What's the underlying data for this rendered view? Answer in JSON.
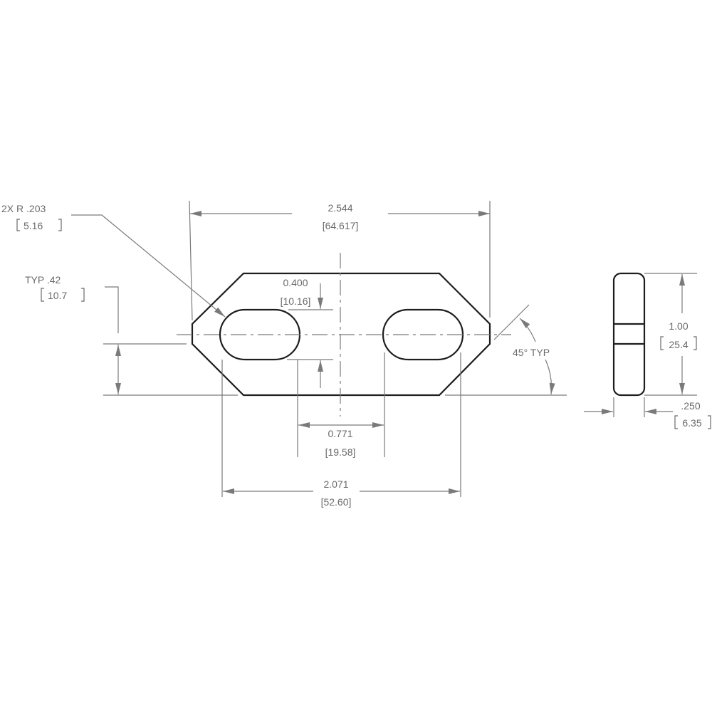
{
  "dimensions": {
    "overall_length": {
      "inch": "2.544",
      "mm": "[64.617]"
    },
    "slot_radius": {
      "inch": "2X R .203",
      "mm": "5.16"
    },
    "chamfer_offset": {
      "inch": "TYP  .42",
      "mm": "10.7"
    },
    "slot_width": {
      "inch": "0.400",
      "mm": "[10.16]"
    },
    "slot_spacing": {
      "inch": "0.771",
      "mm": "[19.58]"
    },
    "slot_outer_span": {
      "inch": "2.071",
      "mm": "[52.60]"
    },
    "chamfer_angle": {
      "label": "45°  TYP"
    },
    "height": {
      "inch": "1.00",
      "mm": "25.4"
    },
    "thickness": {
      "inch": ".250",
      "mm": "6.35"
    }
  },
  "colors": {
    "outline": "#1e1e1e",
    "dimension": "#7a7a7a"
  }
}
